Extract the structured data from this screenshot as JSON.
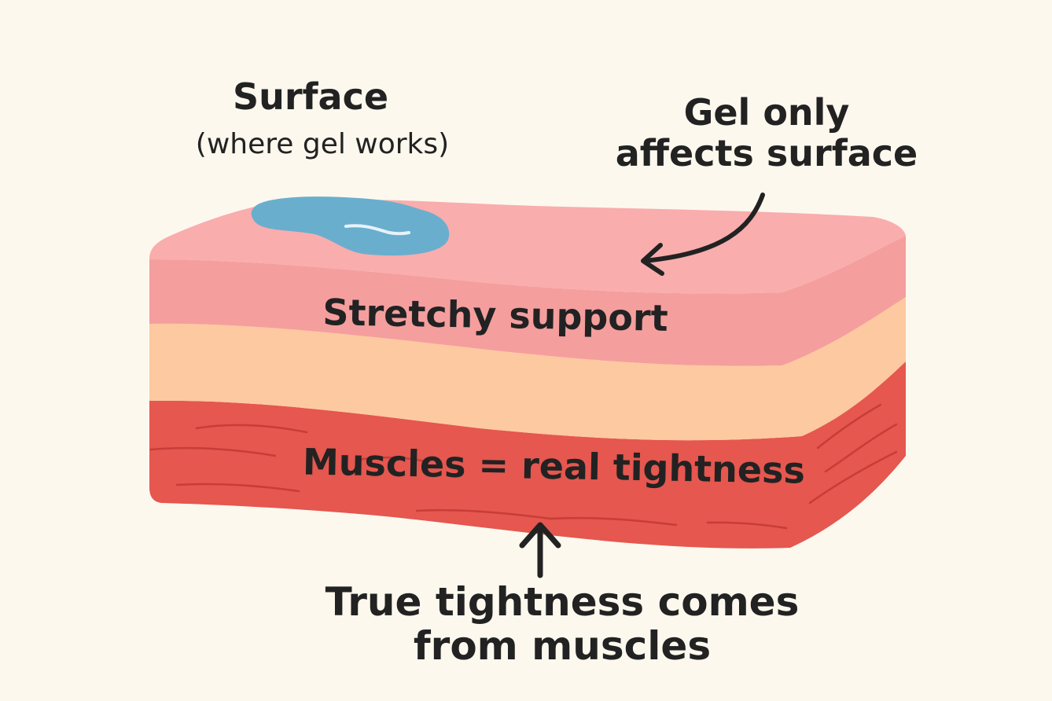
{
  "diagram": {
    "surface_title": "Surface",
    "surface_subtitle": "(where gel works)",
    "gel_note_line1": "Gel only",
    "gel_note_line2": "affects surface",
    "layer_middle_label": "Stretchy support",
    "layer_bottom_label": "Muscles = real tightness",
    "conclusion_line1": "True tightness comes",
    "conclusion_line2": "from muscles"
  },
  "colors": {
    "background": "#fdf8ee",
    "surface_layer": "#f9a8a8",
    "stretchy_layer": "#f59e9e",
    "fat_layer": "#fdc9a0",
    "muscle_layer": "#e5574f",
    "gel": "#6aaece",
    "text": "#222222"
  },
  "icons": [
    "gel-blob-icon",
    "curved-arrow-icon",
    "up-arrow-icon"
  ]
}
